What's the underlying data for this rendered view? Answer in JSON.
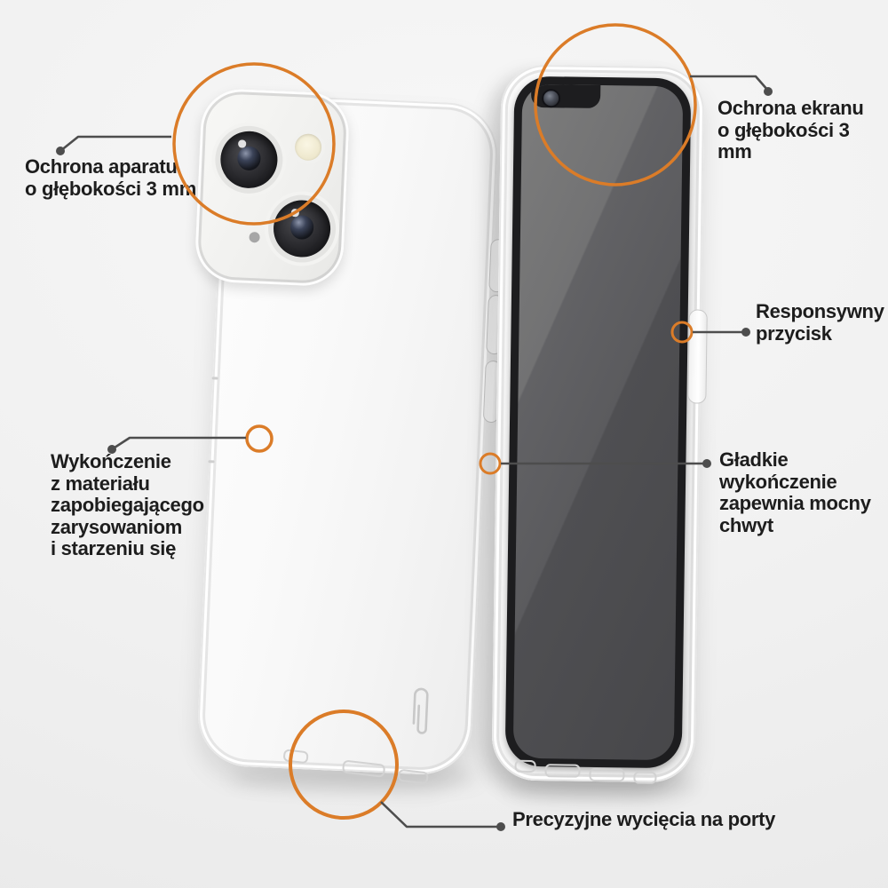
{
  "colors": {
    "accent": "#db7c28",
    "line": "#4d4d4d",
    "text": "#1d1d1d"
  },
  "annotations": {
    "camera_protection": {
      "label": "Ochrona aparatu\no głębokości 3 mm"
    },
    "screen_protection": {
      "label": "Ochrona ekranu\no głębokości 3 mm"
    },
    "responsive_button": {
      "label": "Responsywny\nprzycisk"
    },
    "scratch_resistant_finish": {
      "label": "Wykończenie\nz materiału\nzapobiegającego\nzarysowaniom\ni starzeniu się"
    },
    "smooth_finish_grip": {
      "label": "Gładkie\nwykończenie\nzapewnia mocny\nchwyt"
    },
    "port_cutouts": {
      "label": "Precyzyjne wycięcia na porty"
    }
  }
}
